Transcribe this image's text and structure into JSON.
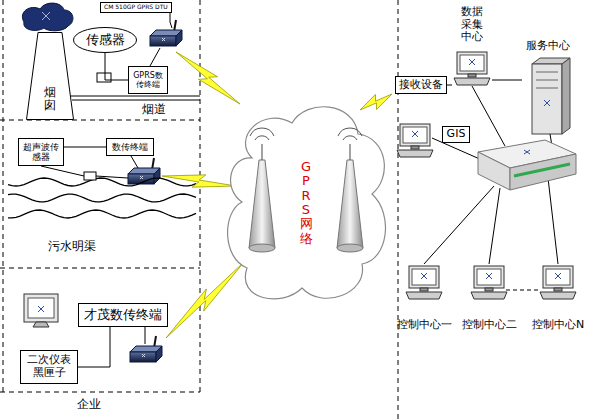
{
  "diagram": {
    "nodes": [
      {
        "text": [
          "烟囱"
        ]
      },
      {
        "text": [
          "传感器"
        ]
      },
      {
        "text": [
          "GPRS数传终端"
        ]
      },
      {
        "text": [
          "超声波传感器"
        ]
      },
      {
        "text": [
          "数传终端"
        ]
      },
      {
        "text": [
          "才茂数传终端"
        ]
      },
      {
        "text": [
          "二次仪表 黑匣子"
        ]
      },
      {
        "text": [
          "GPRS网络"
        ]
      },
      {
        "text": [
          "接收设备"
        ]
      },
      {
        "text": [
          "数据采集中心"
        ]
      },
      {
        "text": [
          "服务中心"
        ]
      },
      {
        "text": [
          "GIS"
        ]
      },
      {
        "text": [
          "控制中心一"
        ]
      },
      {
        "text": [
          "控制中心二"
        ]
      },
      {
        "text": [
          "控制中心N"
        ]
      }
    ],
    "edges": [
      {
        "from": 1,
        "to": 2,
        "arrow": "none"
      },
      {
        "from": 3,
        "to": 4,
        "arrow": "none"
      },
      {
        "from": 6,
        "to": 5,
        "arrow": "none"
      },
      {
        "from": 8,
        "to": 9,
        "arrow": "none"
      },
      {
        "from": 9,
        "to": 10,
        "arrow": "none"
      }
    ],
    "labels": [
      "CM 510GP GPRS DTU",
      "烟道",
      "污水明渠",
      "企业"
    ]
  }
}
